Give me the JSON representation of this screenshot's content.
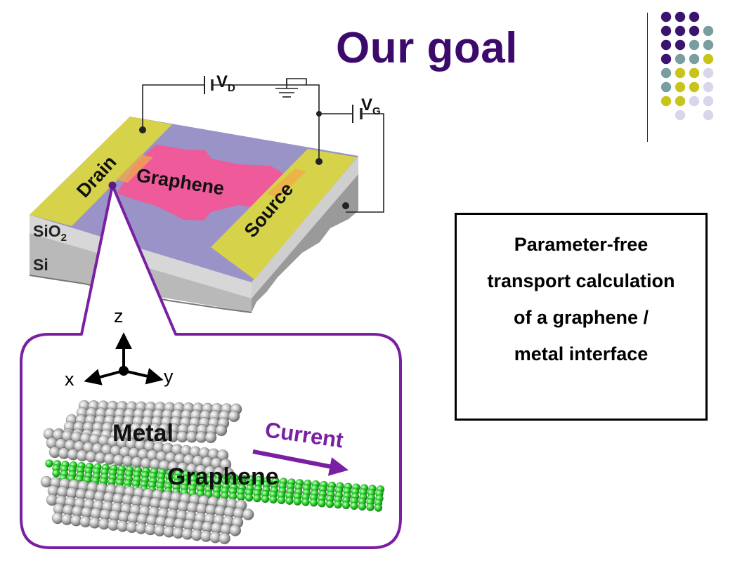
{
  "slide": {
    "title": "Our goal",
    "summary_lines": [
      "Parameter-free",
      "transport calculation",
      "of a graphene /",
      "metal interface"
    ]
  },
  "device": {
    "drain_label": "Drain",
    "source_label": "Source",
    "graphene_label": "Graphene",
    "sio2_label": "SiO",
    "sio2_sub": "2",
    "si_label": "Si",
    "vd_label": "V",
    "vd_sub": "D",
    "vg_label": "V",
    "vg_sub": "G"
  },
  "zoom": {
    "axis_z": "z",
    "axis_x": "x",
    "axis_y": "y",
    "metal_label": "Metal",
    "graphene_label": "Graphene",
    "current_label": "Current"
  },
  "colors": {
    "title": "#3b0a6b",
    "purple_dot": "#3b1470",
    "teal_dot": "#7a9e9f",
    "olive_dot": "#c8c41c",
    "lavender_dot": "#d8d6ea",
    "electrode": "#d6d24a",
    "graphene_device": "#ee5a9a",
    "oxide": "#9a93c8",
    "callout": "#7a1fa2",
    "atoms_metal": "#b4b4b4",
    "atoms_graphene": "#2bdc2b"
  }
}
